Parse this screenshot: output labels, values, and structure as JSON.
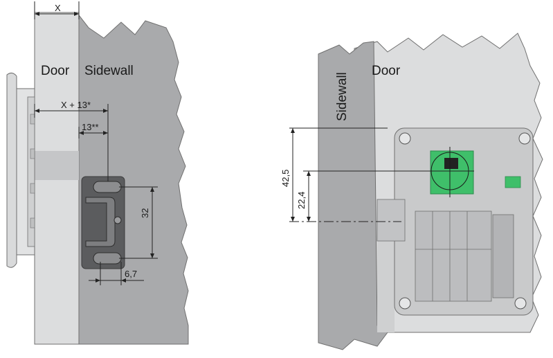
{
  "left_view": {
    "labels": {
      "door": "Door",
      "sidewall": "Sidewall"
    },
    "dimensions": {
      "x": "X",
      "x_plus_13": "X + 13*",
      "thirteen": "13**",
      "thirty_two": "32",
      "six_seven": "6,7"
    }
  },
  "right_view": {
    "labels": {
      "sidewall": "Sidewall",
      "door": "Door"
    },
    "dimensions": {
      "forty_two_five": "42,5",
      "twenty_two_four": "22,4"
    }
  },
  "colors": {
    "sidewall_gray": "#a9aaac",
    "door_light": "#dcddde",
    "pcb_green": "#3fbf6a",
    "outline": "#6f6f6f"
  }
}
